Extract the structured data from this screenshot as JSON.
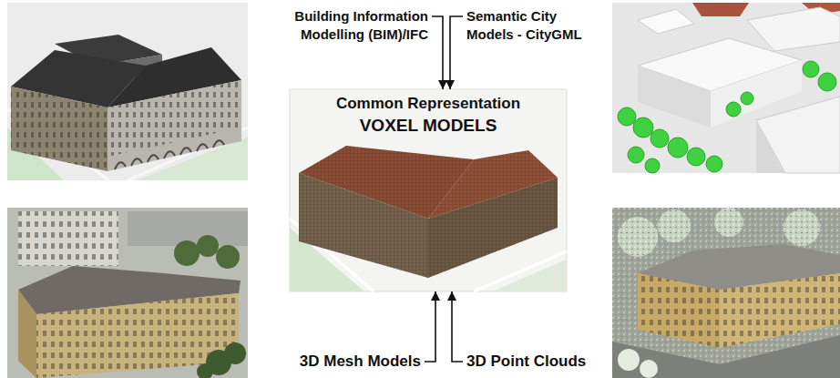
{
  "diagram": {
    "nodes": [
      {
        "text": [
          "Building Information Modelling (BIM)/IFC"
        ]
      },
      {
        "text": [
          "Semantic City Models - CityGML"
        ]
      },
      {
        "text": [
          "Common Representation",
          "VOXEL MODELS"
        ]
      },
      {
        "text": [
          "3D Mesh Models"
        ]
      },
      {
        "text": [
          "3D Point Clouds"
        ]
      }
    ],
    "edges": [
      {
        "from": 0,
        "to": 2,
        "arrow": "to"
      },
      {
        "from": 1,
        "to": 2,
        "arrow": "to"
      },
      {
        "from": 3,
        "to": 2,
        "arrow": "to"
      },
      {
        "from": 4,
        "to": 2,
        "arrow": "to"
      }
    ]
  }
}
